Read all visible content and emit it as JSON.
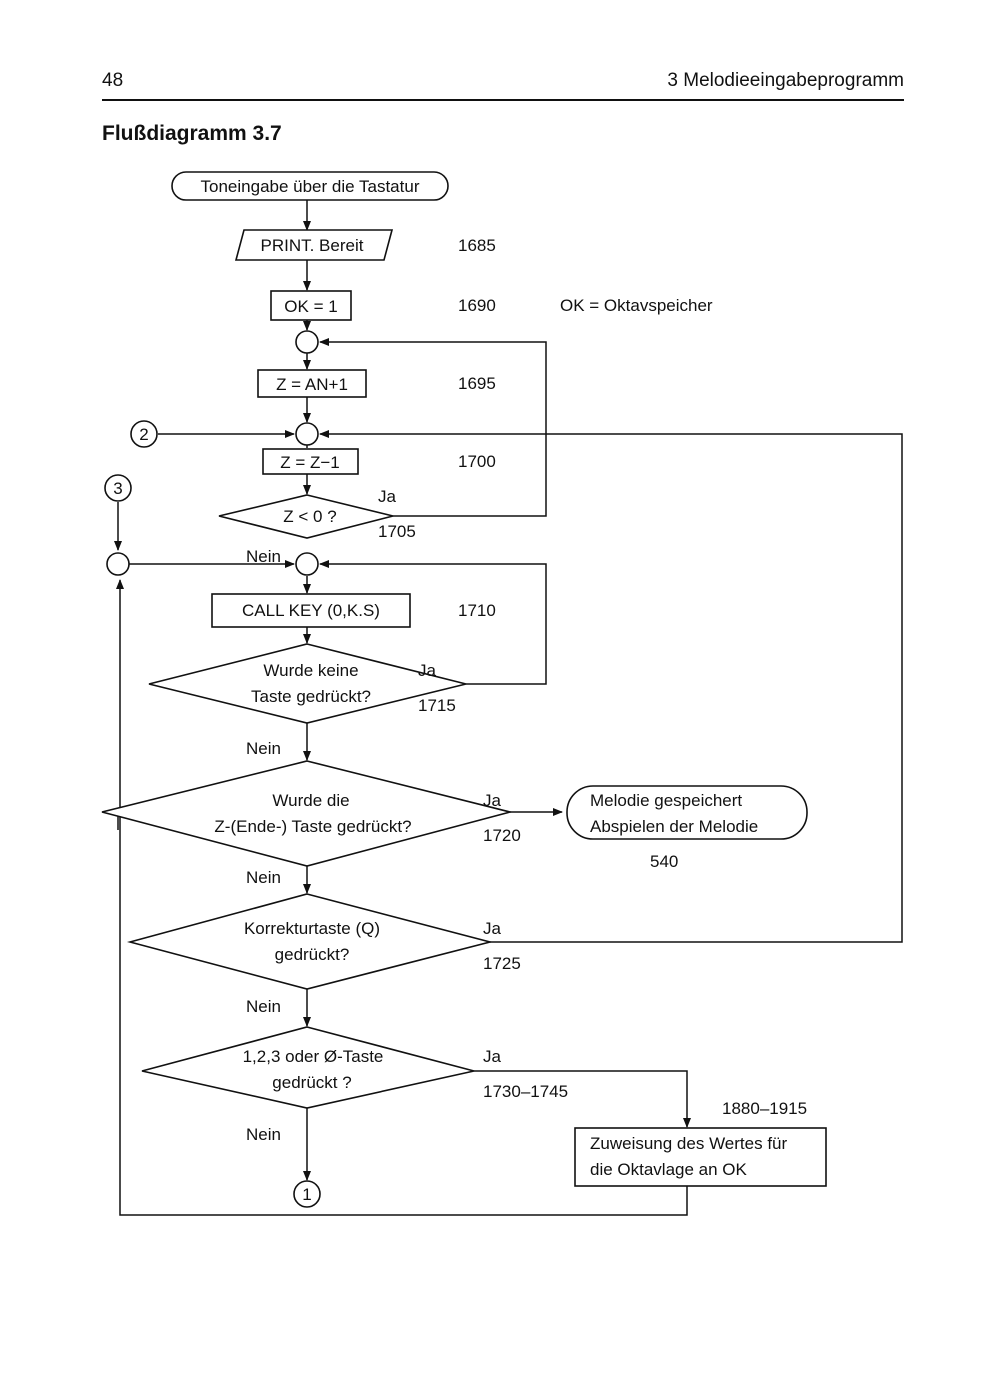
{
  "page": {
    "number": "48",
    "chapter": "3  Melodieeingabeprogramm",
    "heading": "Flußdiagramm 3.7"
  },
  "diagram": {
    "start": "Toneingabe über die Tastatur",
    "print": "PRINT. Bereit",
    "ok_set": "OK = 1",
    "z_set": "Z = AN+1",
    "z_dec": "Z = Z−1",
    "z_check": "Z < 0 ?",
    "call_key": "CALL KEY (0,K.S)",
    "key_check": [
      "Wurde keine",
      "Taste gedrückt?"
    ],
    "end_check": [
      "Wurde die",
      "Z-(Ende-) Taste gedrückt?"
    ],
    "corr_check": [
      "Korrekturtaste (Q)",
      "gedrückt?"
    ],
    "oct_check": [
      "1,2,3 oder Ø-Taste",
      "gedrückt ?"
    ],
    "end_term": [
      "Melodie gespeichert",
      "Abspielen der Melodie"
    ],
    "assign": [
      "Zuweisung des Wertes für",
      "die Oktavlage an OK"
    ],
    "connectors": {
      "c1": "1",
      "c2": "2",
      "c3": "3"
    },
    "yes": "Ja",
    "no": "Nein",
    "lines": {
      "l1685": "1685",
      "l1690": "1690",
      "l1695": "1695",
      "l1700": "1700",
      "l1705": "1705",
      "l1710": "1710",
      "l1715": "1715",
      "l1720": "1720",
      "l1725": "1725",
      "l1730": "1730–1745",
      "l1880": "1880–1915",
      "l540": "540"
    },
    "note": "OK = Oktavspeicher"
  }
}
